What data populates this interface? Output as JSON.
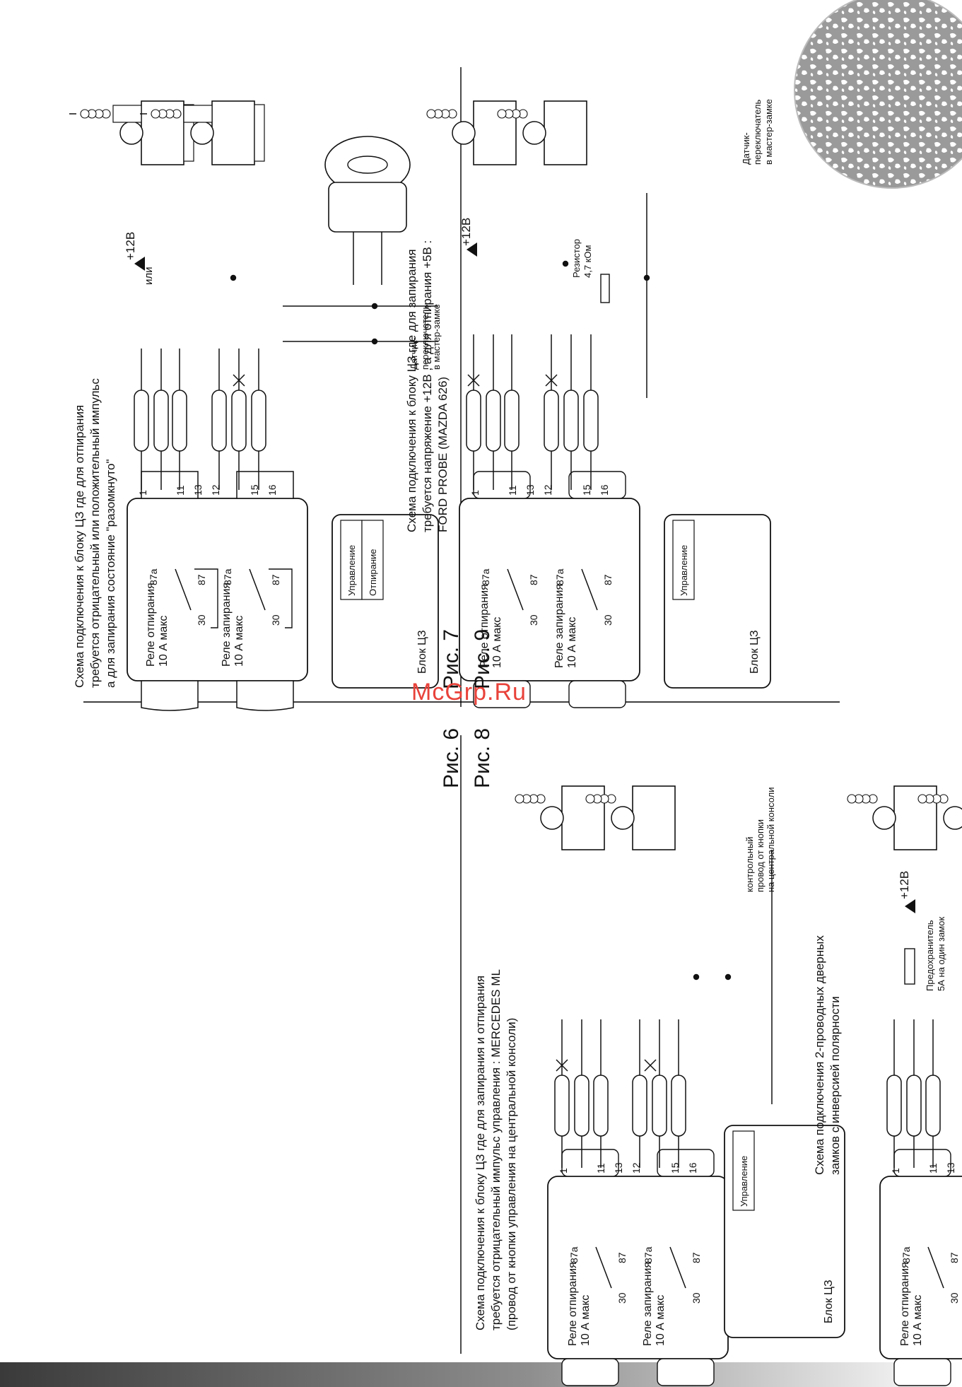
{
  "watermark": "McGrp.Ru",
  "figures": {
    "fig6": {
      "label": "Рис. 6",
      "title_lines": [
        "Схема подключения к блоку ЦЗ где для отпирания",
        "требуется отрицательный или положительный импульс",
        "а для запирания состояние \"разомкнуто\""
      ],
      "supply_label": "+12В",
      "or_label": "или",
      "sensor_lines": [
        "Датчик-",
        "переключатель",
        "в мастер-замке"
      ],
      "unit_label": "Блок ЦЗ",
      "unit_inputs": [
        "Управление",
        "Отпирание"
      ]
    },
    "fig7": {
      "label": "Рис. 7",
      "title_lines": [
        "Схема подключения к блоку ЦЗ где для запирания",
        "требуется напряжение +12В , а для отпирания +5В :",
        "FORD PROBE (MAZDA 626)"
      ],
      "supply_label": "+12В",
      "resistor_lines": [
        "Резистор",
        "4,7 кОм"
      ],
      "sensor_lines": [
        "Датчик-",
        "переключатель",
        "в мастер-замке"
      ],
      "unit_label": "Блок ЦЗ",
      "unit_inputs": [
        "Управление"
      ]
    },
    "fig8": {
      "label": "Рис. 8",
      "title_lines": [
        "Схема подключения к блоку ЦЗ где для запирания и отпирания",
        "требуется отрицательный импульс управления : MERCEDES ML",
        "(провод от кнопки управления на центральной консоли)"
      ],
      "control_wire_lines": [
        "контрольный",
        "провод от кнопки",
        "на центральной консоли"
      ],
      "unit_label": "Блок ЦЗ",
      "unit_inputs": [
        "Управление"
      ]
    },
    "fig9": {
      "label": "Рис. 9",
      "title_lines": [
        "Схема подключения 2-проводных дверных",
        "замков с инверсией полярности"
      ],
      "supply_label": "+12В",
      "fuse_lines": [
        "Предохранитель",
        "5А на один замок"
      ]
    }
  },
  "relay": {
    "unlock_lines": [
      "Реле отпирания",
      "10 А макс"
    ],
    "lock_lines": [
      "Реле запирания",
      "10 А макс"
    ],
    "contact_87a": "87a",
    "contact_30": "30",
    "contact_87": "87",
    "pins": [
      "1",
      "11",
      "13",
      "12",
      "15",
      "16"
    ]
  }
}
